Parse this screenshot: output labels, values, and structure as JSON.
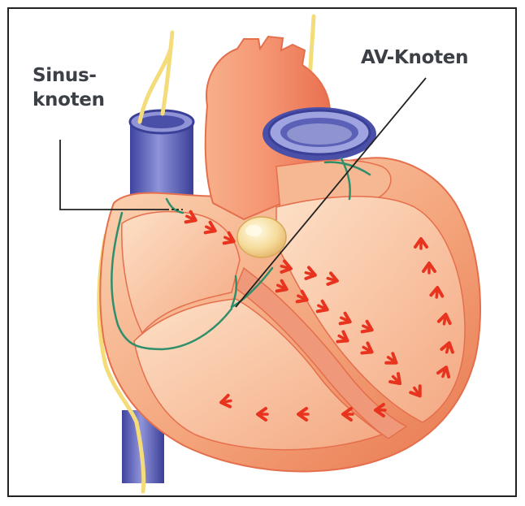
{
  "labels": {
    "sinus_line1": "Sinus-",
    "sinus_line2": "knoten",
    "av_node": "AV-Knoten"
  },
  "colors": {
    "heart_light": "#f8c9a4",
    "heart_mid": "#f2a27a",
    "heart_dark": "#e56f4c",
    "vessel_blue": "#5a60b8",
    "nerve_yellow": "#f5dc7a",
    "conduction_green": "#2f8f6a",
    "arrow_red": "#e8331f",
    "label_text": "#3b3f46"
  },
  "icons": {
    "arrow": "chevron-arrow",
    "node": "av-node-ball"
  }
}
